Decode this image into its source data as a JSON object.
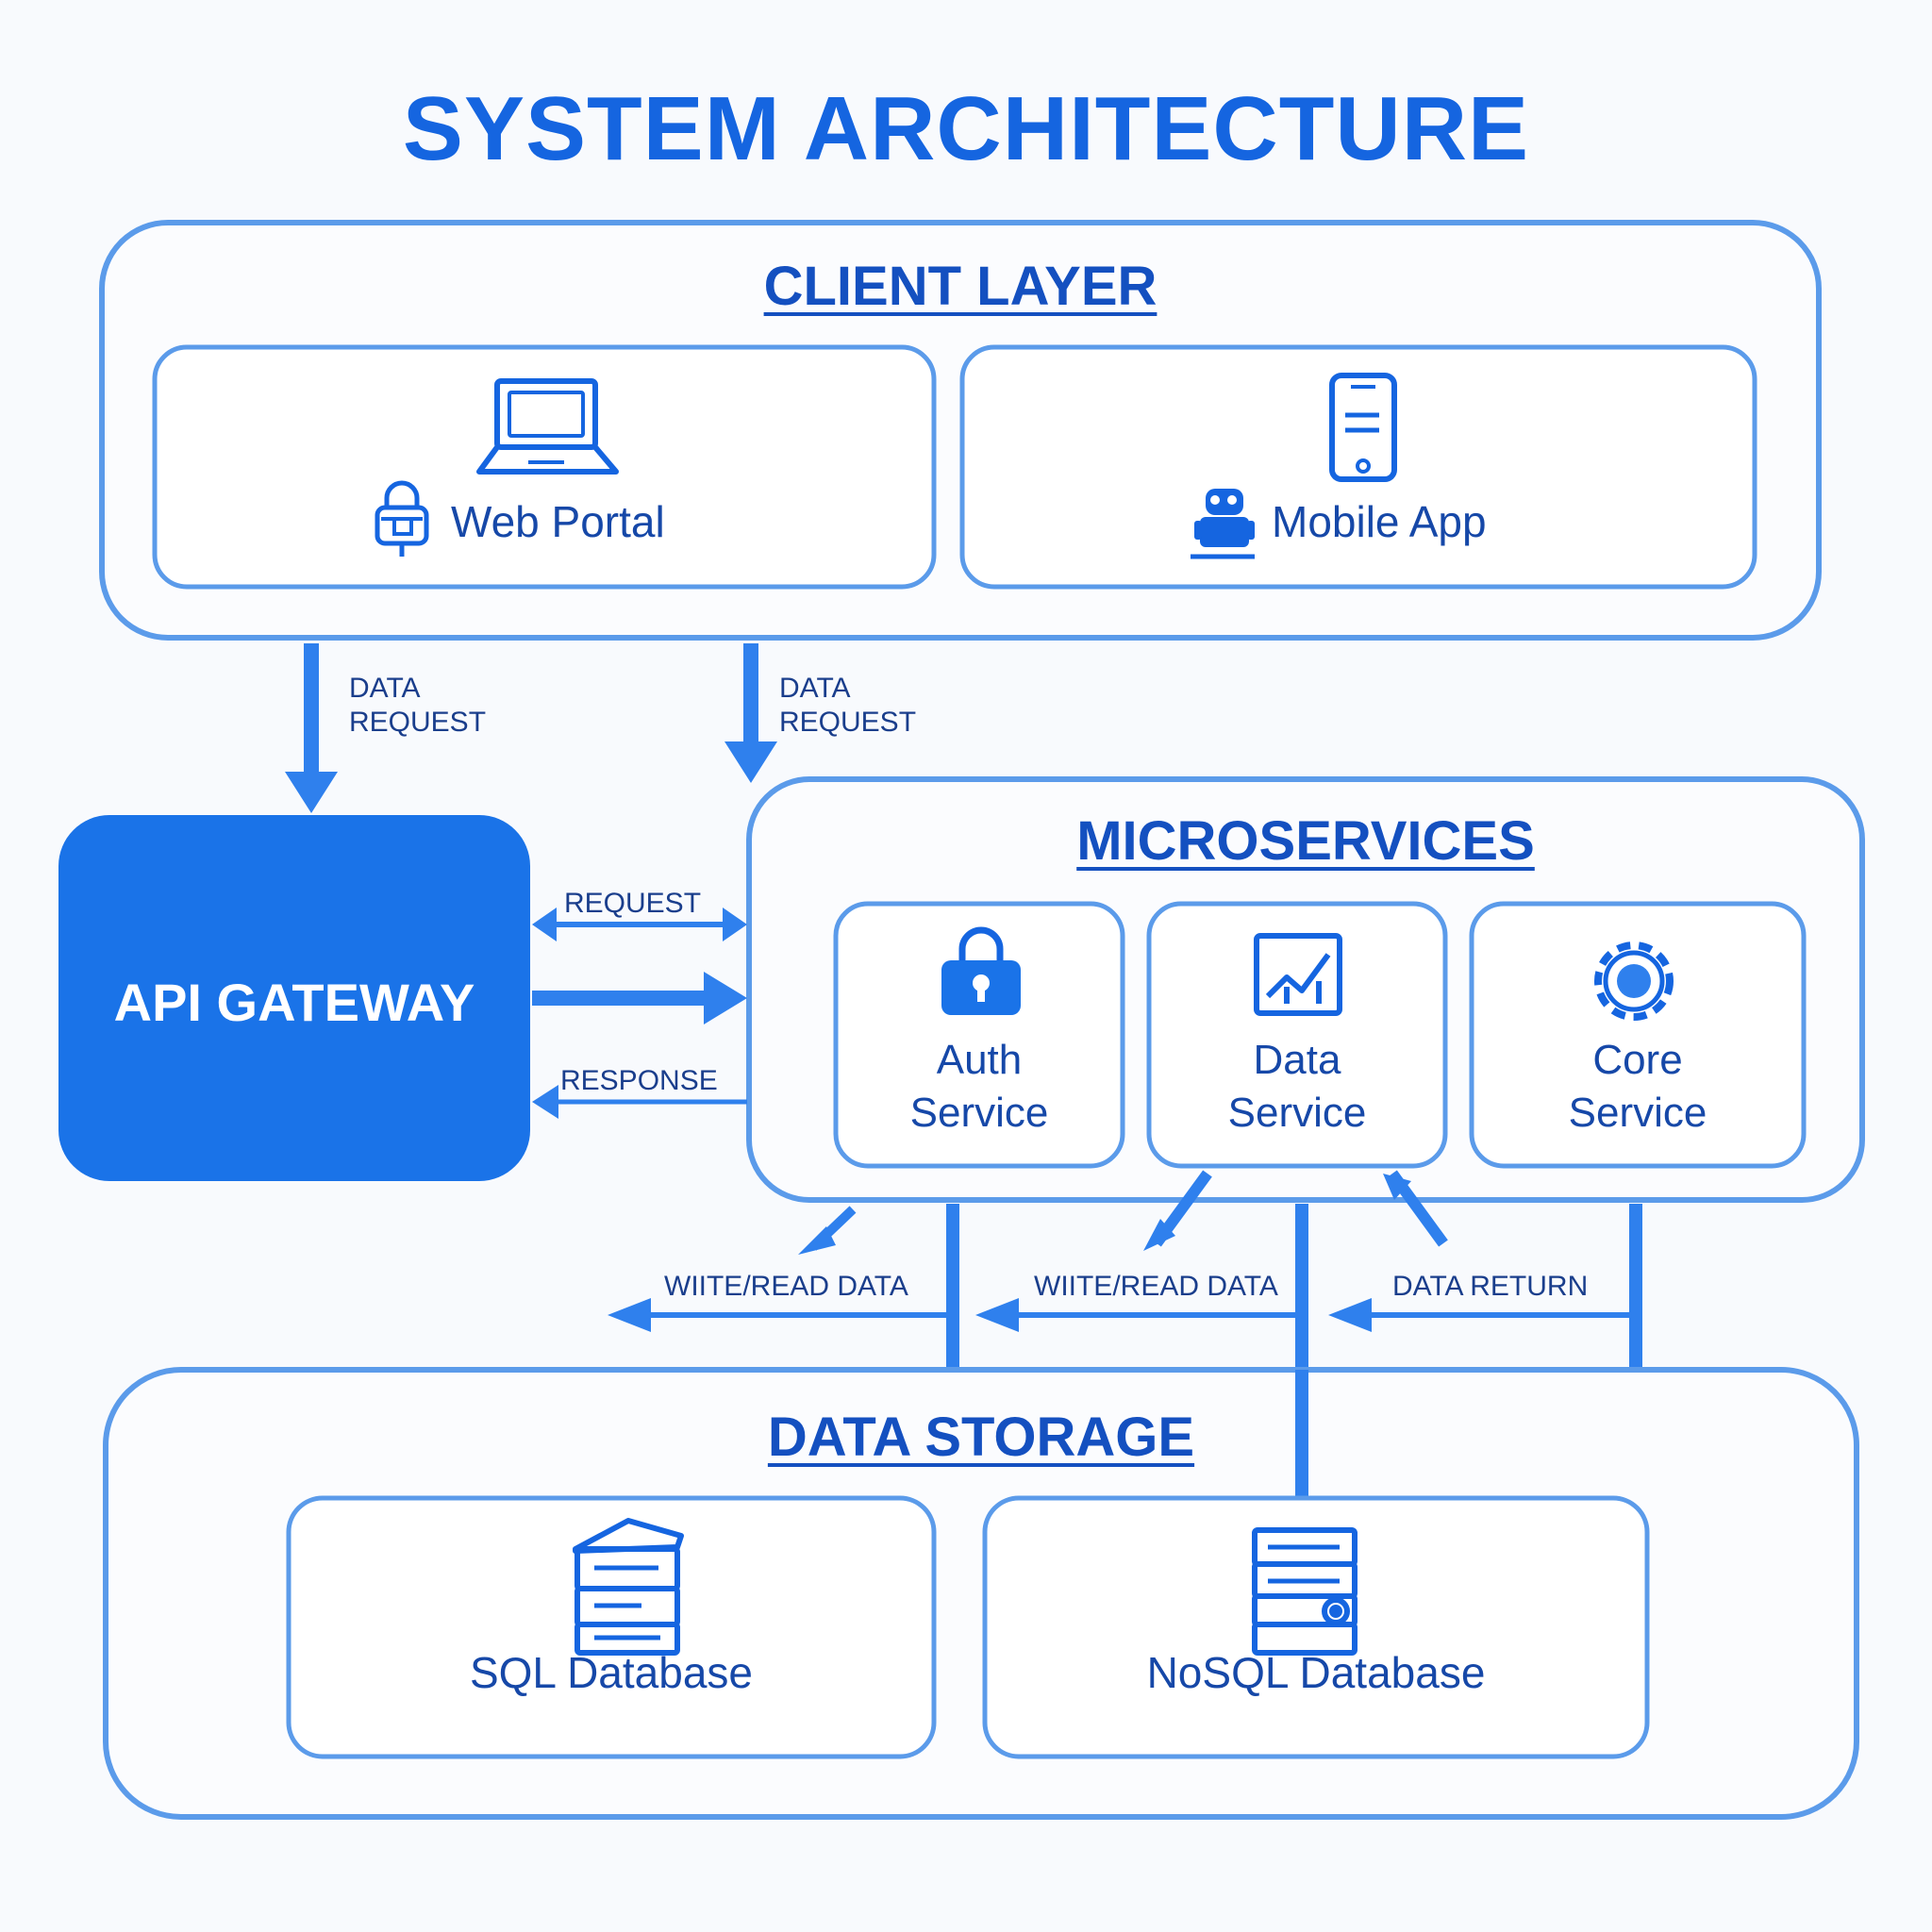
{
  "title": "SYSTEM ARCHITECTURE",
  "client_layer": {
    "title": "CLIENT LAYER",
    "web_portal": {
      "label": "Web Portal",
      "icon": "laptop-icon",
      "badge_icon": "lock-badge-icon"
    },
    "mobile_app": {
      "label": "Mobile App",
      "icon": "smartphone-icon",
      "badge_icon": "robot-icon"
    }
  },
  "api_gateway": {
    "label": "API GATEWAY"
  },
  "microservices": {
    "title": "MICROSERVICES",
    "auth": {
      "line1": "Auth",
      "line2": "Service",
      "icon": "padlock-icon"
    },
    "data": {
      "line1": "Data",
      "line2": "Service",
      "icon": "chart-icon"
    },
    "core": {
      "line1": "Core",
      "line2": "Service",
      "icon": "gear-icon"
    }
  },
  "data_storage": {
    "title": "DATA STORAGE",
    "sql": {
      "label": "SQL Database",
      "icon": "server-rack-icon"
    },
    "nosql": {
      "label": "NoSQL Database",
      "icon": "database-drive-icon"
    }
  },
  "edges": {
    "data_request_1": {
      "line1": "DATA",
      "line2": "REQUEST"
    },
    "data_request_2": {
      "line1": "DATA",
      "line2": "REQUEST"
    },
    "request": "REQUEST",
    "response": "RESPONSE",
    "write_read_1": "WIITE/READ DATA",
    "write_read_2": "WIITE/READ DATA",
    "data_return": "DATA RETURN"
  },
  "colors": {
    "primary": "#1565e0",
    "stroke": "#5b9bea",
    "text": "#1648a8",
    "gateway_fill": "#1a73e8",
    "background": "#f8fafd"
  }
}
